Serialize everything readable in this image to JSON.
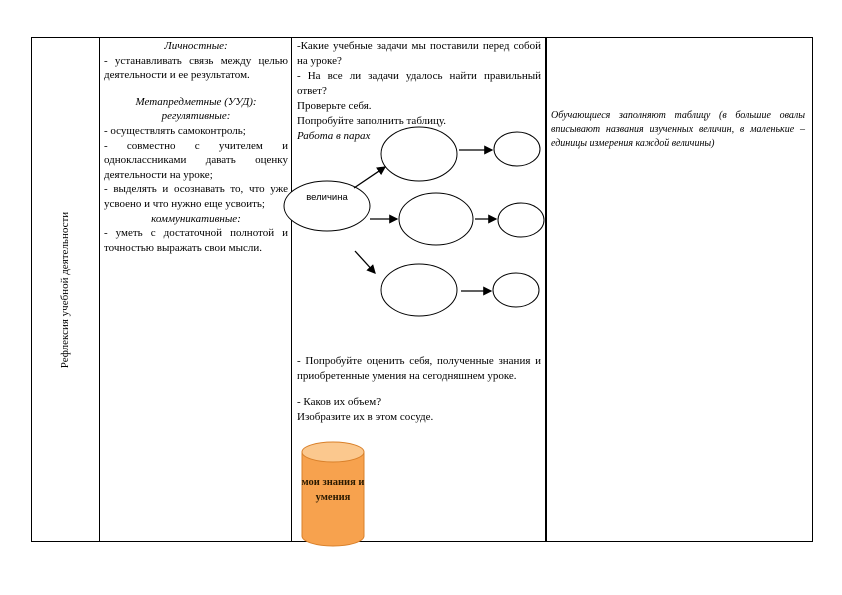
{
  "section_title": "Рефлексия учебной деятельности",
  "uud": {
    "personal_heading": "Личностные:",
    "personal_item": "- устанавливать связь между целью деятельности и ее результатом.",
    "meta_heading": "Метапредметные (УУД):",
    "regulative_heading": "регулятивные:",
    "regulative_items": [
      "- осуществлять самоконтроль;",
      "- совместно с учителем и одноклассниками давать оценку деятельности на уроке;",
      "- выделять и осознавать то, что уже усвоено и что нужно еще усвоить;"
    ],
    "communicative_heading": "коммуникативные:",
    "communicative_item": "- уметь с достаточной полнотой и точностью выражать свои мысли."
  },
  "teacher": {
    "q1": "-Какие учебные задачи мы поставили перед собой на уроке?",
    "q2": "- На все ли задачи удалось найти правильный ответ?",
    "check": "Проверьте себя.",
    "fill": "Попробуйте заполнить таблицу.",
    "pairs": "Работа в парах",
    "center_oval": "величина",
    "evaluate": "- Попробуйте оценить себя, полученные знания и приобретенные умения на сегодняшнем уроке.",
    "volume_q": "- Каков их объем?",
    "draw": "Изобразите их в этом сосуде.",
    "jar_label": "мои знания и умения"
  },
  "students": "Обучающиеся заполняют таблицу (в большие овалы вписывают названия изученных величин, в маленькие – единицы измерения каждой величины)",
  "colors": {
    "jar_fill": "#f7a24e",
    "jar_top": "#fbc88e",
    "lines": "#000000"
  }
}
